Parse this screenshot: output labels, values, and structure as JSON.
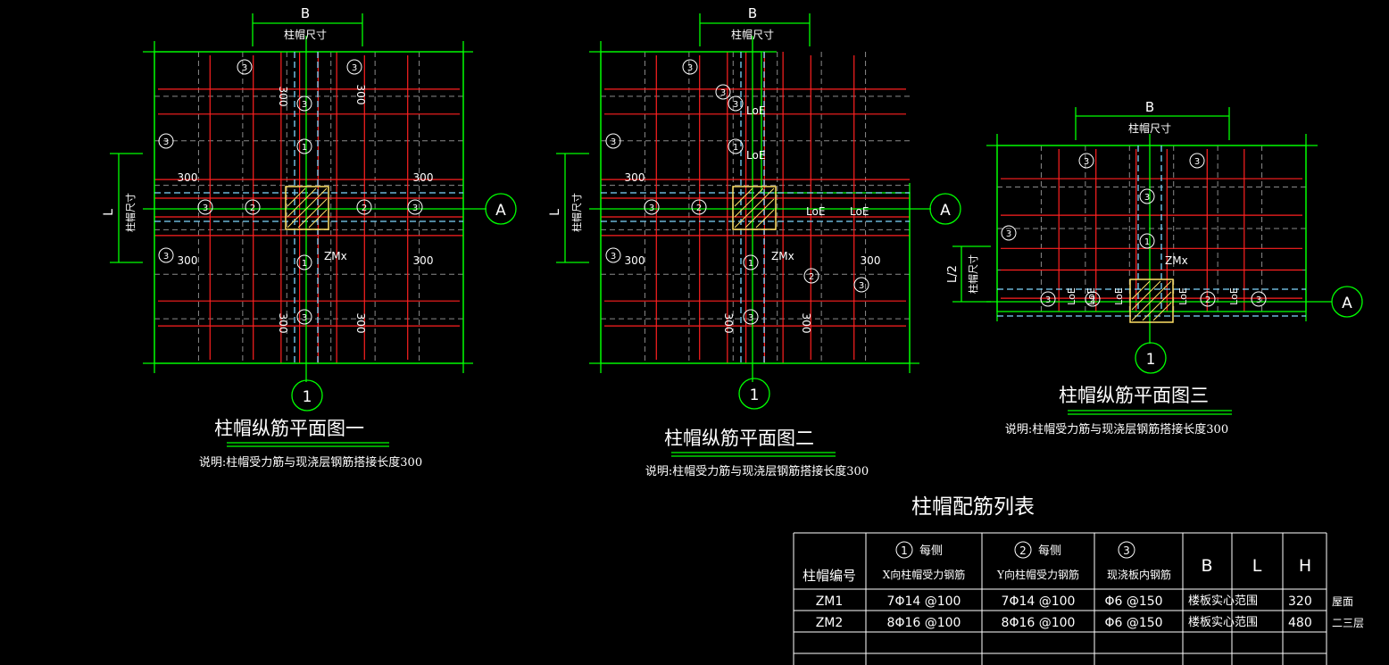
{
  "drawing1": {
    "dim_top": "B",
    "dim_top_sub": "柱帽尺寸",
    "dim_left": "L",
    "dim_left_sub": "柱帽尺寸",
    "axis_right": "A",
    "axis_bottom": "1",
    "label_300": "300",
    "col_label": "ZMx",
    "title": "柱帽纵筋平面图一",
    "note": "说明:柱帽受力筋与现浇层钢筋搭接长度300"
  },
  "drawing2": {
    "dim_top": "B",
    "dim_top_sub": "柱帽尺寸",
    "dim_left": "L",
    "dim_left_sub": "柱帽尺寸",
    "axis_right": "A",
    "axis_bottom": "1",
    "label_300": "300",
    "label_loe": "LoE",
    "col_label": "ZMx",
    "title": "柱帽纵筋平面图二",
    "note": "说明:柱帽受力筋与现浇层钢筋搭接长度300"
  },
  "drawing3": {
    "dim_top": "B",
    "dim_top_sub": "柱帽尺寸",
    "dim_left": "L/2",
    "dim_left_sub": "柱帽尺寸",
    "axis_right": "A",
    "axis_bottom": "1",
    "label_loe": "LoE",
    "col_label": "ZMx",
    "title": "柱帽纵筋平面图三",
    "note": "说明:柱帽受力筋与现浇层钢筋搭接长度300"
  },
  "markers": {
    "m1": "1",
    "m2": "2",
    "m3": "3"
  },
  "table": {
    "title": "柱帽配筋列表",
    "headers": {
      "id": "柱帽编号",
      "c1_num": "1",
      "c1_top": "每侧",
      "c1_bottom": "X向柱帽受力钢筋",
      "c2_num": "2",
      "c2_top": "每侧",
      "c2_bottom": "Y向柱帽受力钢筋",
      "c3_num": "3",
      "c3_bottom": "现浇板内钢筋",
      "b": "B",
      "l": "L",
      "h": "H"
    },
    "rows": [
      {
        "id": "ZM1",
        "x": "7Φ14 @100",
        "y": "7Φ14 @100",
        "slab": "Φ6 @150",
        "b": "楼板实心范围",
        "h": "320",
        "floor": "屋面"
      },
      {
        "id": "ZM2",
        "x": "8Φ16 @100",
        "y": "8Φ16 @100",
        "slab": "Φ6 @150",
        "b": "楼板实心范围",
        "h": "480",
        "floor": "二三层"
      }
    ]
  }
}
